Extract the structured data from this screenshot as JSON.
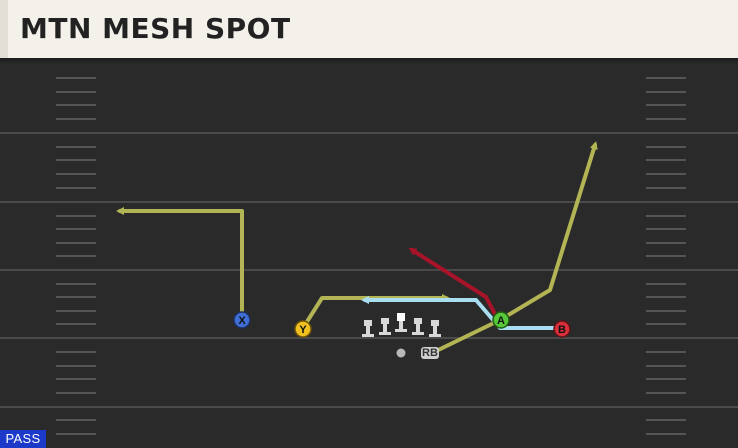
{
  "header": {
    "title": "MTN MESH SPOT"
  },
  "play": {
    "type_badge": "PASS"
  },
  "players": {
    "X": {
      "label": "X",
      "color": "#3f6fd6"
    },
    "Y": {
      "label": "Y",
      "color": "#f0c020"
    },
    "A": {
      "label": "A",
      "color": "#57c83a"
    },
    "B": {
      "label": "B",
      "color": "#d8303a"
    },
    "RB": {
      "label": "RB"
    }
  },
  "routes": {
    "yellow": "#b3b454",
    "light_blue": "#a8def0",
    "red": "#a7142a"
  },
  "colors": {
    "field": "#2a2a2a",
    "yard_line": "#4a4a4a",
    "hash": "#555555",
    "header_bg": "#f3f1ea",
    "badge_bg": "#1d39c9"
  }
}
